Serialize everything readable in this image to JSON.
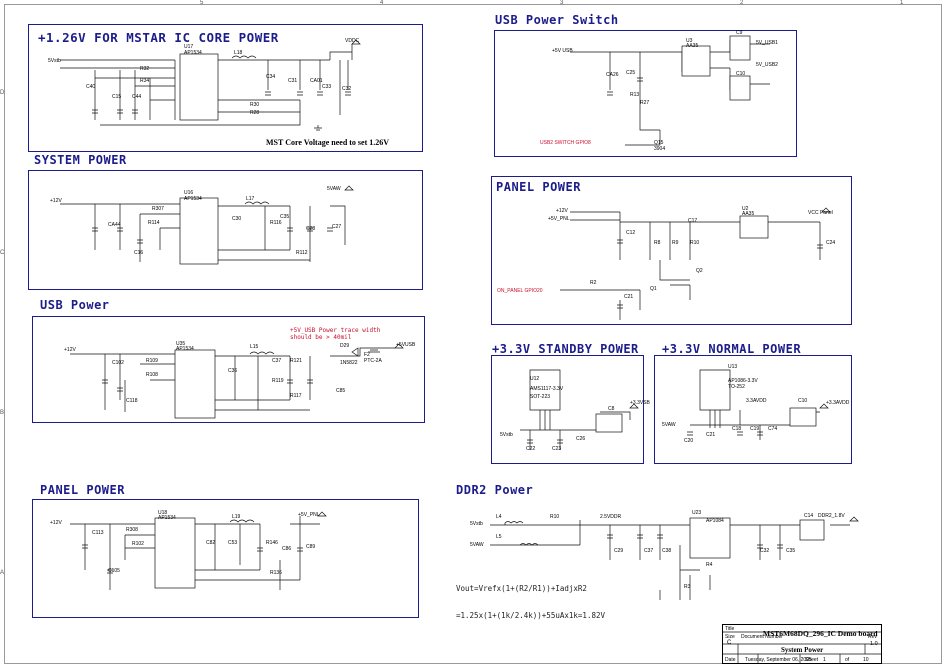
{
  "sections": {
    "core": {
      "title": "+1.26V FOR MSTAR IC CORE POWER",
      "note": "MST Core Voltage need to set 1.26V",
      "net_in": "5Vstb",
      "net_out": "VDDC",
      "ic": "U17",
      "ic_part": "AP1534",
      "inductor": "L18",
      "caps": [
        "C40",
        "C15",
        "C44",
        "C34",
        "C31",
        "CA01",
        "C33",
        "C32"
      ],
      "resistors": [
        "R32",
        "R34",
        "R30",
        "R28"
      ]
    },
    "system": {
      "title": "SYSTEM POWER",
      "net_in": "+12V",
      "net_out": "5VAW",
      "ic": "U16",
      "ic_part": "AP1534",
      "inductor": "L17",
      "caps": [
        "CA44",
        "C30",
        "C16",
        "C35",
        "C28",
        "C27"
      ],
      "resistors": [
        "R307",
        "R116",
        "R114",
        "R112"
      ]
    },
    "usb": {
      "title": "USB Power",
      "note_line1": "+5V_USB Power trace width",
      "note_line2": "should be > 40mil",
      "net_in": "+12V",
      "net_out": "+5VUSB",
      "ic": "U35",
      "ic_part": "AP1534",
      "inductor": "L15",
      "fuse": "F2",
      "fuse_part": "PTC-2A",
      "diode": "D29",
      "diode_part": "1N5822",
      "caps": [
        "C102",
        "C118",
        "C36",
        "C85",
        "C37"
      ],
      "resistors": [
        "R109",
        "R108",
        "R117",
        "R121",
        "R119"
      ]
    },
    "usb_switch": {
      "title": "USB Power Switch",
      "net_in": "+5V USB",
      "ctrl_net": "USB2 SWITCH GPIO8",
      "ic": "U3",
      "ic_part": "AA35",
      "connectors": [
        "C9",
        "C10"
      ],
      "outputs": [
        "5V_USB1",
        "5V_USB2"
      ],
      "caps": [
        "CA26",
        "C25"
      ],
      "resistors": [
        "R13",
        "R27"
      ],
      "transistor": "Q15",
      "transistor_part": "3904"
    },
    "panel_top": {
      "title": "PANEL POWER",
      "net_in_1": "+12V",
      "net_in_2": "+5V_PNL",
      "net_out": "VCC Panel",
      "ctrl_net": "ON_PANEL GPIO20",
      "ic": "U2",
      "ic_part": "AA35",
      "caps": [
        "C12",
        "C17",
        "C21",
        "C24"
      ],
      "resistors": [
        "R8",
        "R9",
        "R10",
        "R2"
      ],
      "transistors": [
        "Q2",
        "Q1"
      ]
    },
    "standby": {
      "title": "+3.3V STANDBY POWER",
      "ic": "U12",
      "ic_part": "AMS1117-3.3V",
      "package": "SOT-223",
      "net_in": "5Vstb",
      "net_out": "+3.3VSB",
      "caps": [
        "C22",
        "C23",
        "C26"
      ],
      "conn": "C8"
    },
    "normal": {
      "title": "+3.3V NORMAL POWER",
      "ic": "U13",
      "ic_part": "AP1086-3.3V",
      "package": "TO-252",
      "net_in": "5VAW",
      "net_mid": "3.3AVDD",
      "net_out": "+3.3AVDD",
      "caps": [
        "C20",
        "C21",
        "C18",
        "C19",
        "C74"
      ],
      "conn": "C10"
    },
    "panel_bottom": {
      "title": "PANEL POWER",
      "net_in": "+12V",
      "net_out": "+5V_PNL",
      "ic": "U18",
      "ic_part": "AP1534",
      "inductor": "L19",
      "caps": [
        "C113",
        "C105",
        "C82",
        "C53",
        "C86",
        "C89"
      ],
      "resistors": [
        "R308",
        "R102",
        "R146",
        "R136"
      ]
    },
    "ddr2": {
      "title": "DDR2 Power",
      "net_in_1": "5Vstb",
      "net_in_2": "5VAW",
      "net_mid": "2.5VDDR",
      "net_out": "DDR2_1.8V",
      "ic": "U23",
      "ic_part": "AP1084",
      "inductors": [
        "L4",
        "L5"
      ],
      "caps": [
        "C29",
        "C37",
        "C38",
        "C32",
        "C35"
      ],
      "resistors": [
        "R10",
        "R4",
        "R3"
      ],
      "conn": "C14",
      "formula_line1": "Vout=Vrefx(1+(R2/R1))+IadjxR2",
      "formula_line2": "=1.25x(1+(1k/2.4k))+55uAx1k=1.82V"
    }
  },
  "title_block": {
    "title_label": "Title",
    "title": "MST6M68DQ_296_IC Demo board",
    "docnum_label": "Document Number",
    "docnum": "System Power",
    "size_label": "Size",
    "size": "C",
    "rev_label": "Rev",
    "rev": "1.0",
    "date_label": "Date",
    "date": "Tuesday, September 06, 2005",
    "sheet_label": "Sheet",
    "sheet": "1",
    "of_label": "of",
    "of": "10"
  },
  "border_ticks": {
    "top": [
      "5",
      "4",
      "3",
      "2",
      "1"
    ],
    "side": [
      "D",
      "C",
      "B",
      "A"
    ]
  },
  "colors": {
    "box": "#1c1c8c",
    "title": "#1c1c8c",
    "wire": "#111111",
    "note": "#c8102e"
  }
}
